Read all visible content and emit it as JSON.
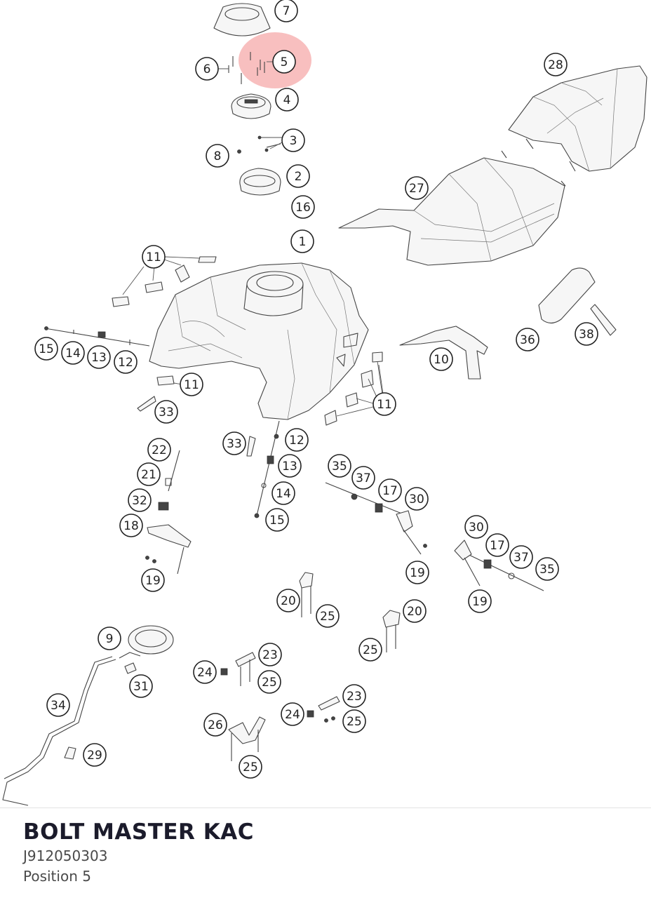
{
  "part": {
    "name": "BOLT MASTER KAC",
    "number": "J912050303",
    "position_label": "Position 5",
    "highlight_color": "#f28b8b"
  },
  "callouts": [
    {
      "id": "7",
      "label": "7"
    },
    {
      "id": "5",
      "label": "5"
    },
    {
      "id": "6",
      "label": "6"
    },
    {
      "id": "4",
      "label": "4"
    },
    {
      "id": "3",
      "label": "3"
    },
    {
      "id": "8",
      "label": "8"
    },
    {
      "id": "2",
      "label": "2"
    },
    {
      "id": "16",
      "label": "16"
    },
    {
      "id": "1",
      "label": "1"
    },
    {
      "id": "28",
      "label": "28"
    },
    {
      "id": "27",
      "label": "27"
    },
    {
      "id": "11a",
      "label": "11"
    },
    {
      "id": "15a",
      "label": "15"
    },
    {
      "id": "14a",
      "label": "14"
    },
    {
      "id": "13a",
      "label": "13"
    },
    {
      "id": "12a",
      "label": "12"
    },
    {
      "id": "11b",
      "label": "11"
    },
    {
      "id": "33a",
      "label": "33"
    },
    {
      "id": "10",
      "label": "10"
    },
    {
      "id": "36",
      "label": "36"
    },
    {
      "id": "38",
      "label": "38"
    },
    {
      "id": "11c",
      "label": "11"
    },
    {
      "id": "33b",
      "label": "33"
    },
    {
      "id": "12b",
      "label": "12"
    },
    {
      "id": "13b",
      "label": "13"
    },
    {
      "id": "14b",
      "label": "14"
    },
    {
      "id": "15b",
      "label": "15"
    },
    {
      "id": "22",
      "label": "22"
    },
    {
      "id": "21",
      "label": "21"
    },
    {
      "id": "32",
      "label": "32"
    },
    {
      "id": "18",
      "label": "18"
    },
    {
      "id": "19a",
      "label": "19"
    },
    {
      "id": "35a",
      "label": "35"
    },
    {
      "id": "37a",
      "label": "37"
    },
    {
      "id": "17a",
      "label": "17"
    },
    {
      "id": "30a",
      "label": "30"
    },
    {
      "id": "19b",
      "label": "19"
    },
    {
      "id": "30b",
      "label": "30"
    },
    {
      "id": "17b",
      "label": "17"
    },
    {
      "id": "37b",
      "label": "37"
    },
    {
      "id": "35b",
      "label": "35"
    },
    {
      "id": "19c",
      "label": "19"
    },
    {
      "id": "20a",
      "label": "20"
    },
    {
      "id": "25a",
      "label": "25"
    },
    {
      "id": "20b",
      "label": "20"
    },
    {
      "id": "25b",
      "label": "25"
    },
    {
      "id": "9",
      "label": "9"
    },
    {
      "id": "31",
      "label": "31"
    },
    {
      "id": "24a",
      "label": "24"
    },
    {
      "id": "23a",
      "label": "23"
    },
    {
      "id": "25c",
      "label": "25"
    },
    {
      "id": "34",
      "label": "34"
    },
    {
      "id": "23b",
      "label": "23"
    },
    {
      "id": "24b",
      "label": "24"
    },
    {
      "id": "25d",
      "label": "25"
    },
    {
      "id": "26",
      "label": "26"
    },
    {
      "id": "29",
      "label": "29"
    },
    {
      "id": "25e",
      "label": "25"
    }
  ]
}
